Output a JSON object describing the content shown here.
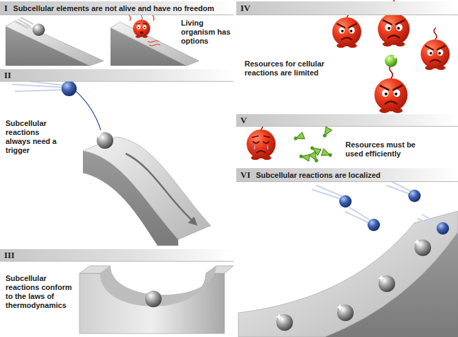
{
  "diagram": {
    "nodes": [
      {
        "text": [
          "I",
          "Subcellular elements are not alive and have no freedom"
        ]
      },
      {
        "text": [
          "II",
          "Subcellular reactions always need a trigger"
        ]
      },
      {
        "text": [
          "III",
          "Subcellular reactions conform to the laws of thermodynamics"
        ]
      },
      {
        "text": [
          "IV",
          "Resources for cellular reactions are limited"
        ]
      },
      {
        "text": [
          "V",
          "Resources must be used efficiently"
        ]
      },
      {
        "text": [
          "VI",
          "Subcellular reactions are localized"
        ]
      }
    ],
    "labels": [
      "Living organism has options"
    ]
  }
}
